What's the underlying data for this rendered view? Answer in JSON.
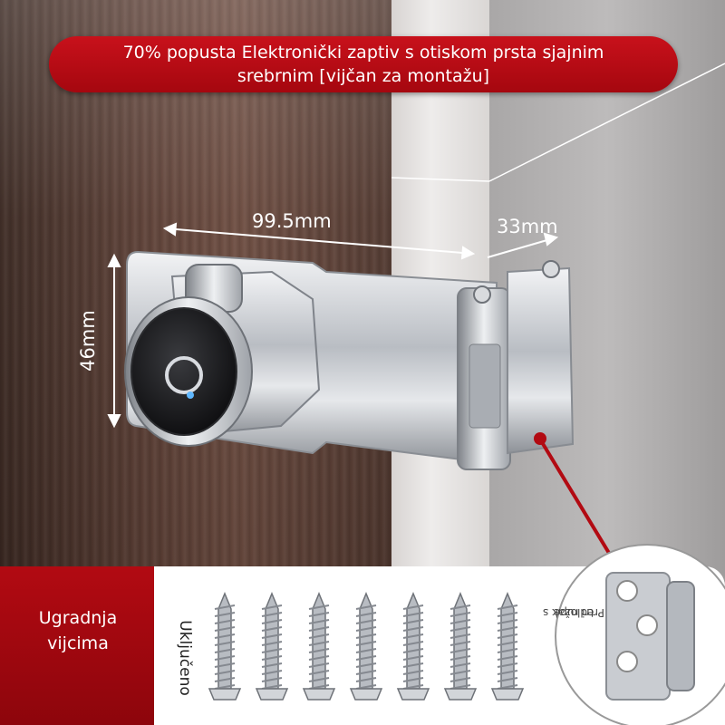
{
  "banner": {
    "line1": "70% popusta Elektronički zaptiv s otiskom prsta sjajnim",
    "line2": "srebrnim [vijčan za montažu]"
  },
  "dimensions": {
    "width_label": "99.5mm",
    "depth_label": "33mm",
    "height_label": "46mm"
  },
  "bottom": {
    "install_line1": "Ugradnja",
    "install_line2": "vijcima",
    "included_label": "Uključeno",
    "screw_count": 7,
    "inset_line1": "Predložak s",
    "inset_line2": "tri rupe"
  },
  "colors": {
    "accent_red": "#b20a12",
    "metal": "#c9ccd1"
  }
}
